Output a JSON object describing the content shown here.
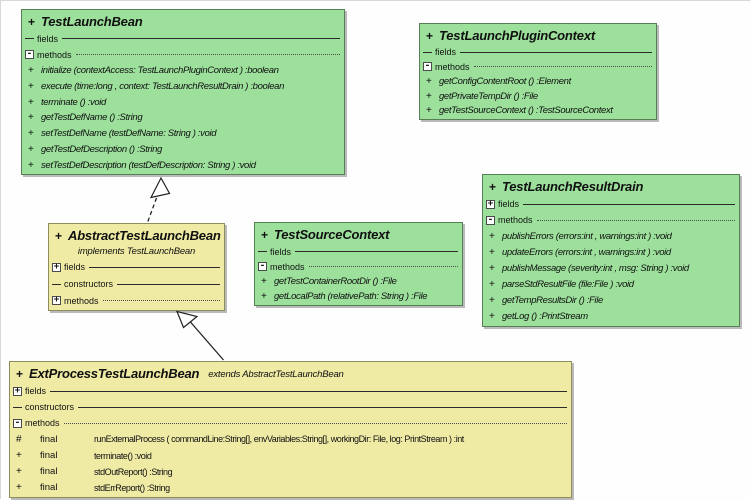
{
  "palette": {
    "interface_fill": "#9ce09c",
    "interface_border": "#567f56",
    "class_fill": "#efeba5",
    "class_border": "#8d8d5c",
    "line_color": "#222222"
  },
  "icon_glyphs": {
    "plus-box": "+",
    "minus-box": "-"
  },
  "diagram": {
    "classes": [
      {
        "name": "TestLaunchBean",
        "visibility": "+",
        "color": "green",
        "sections": [
          {
            "label": "fields",
            "icon": "dash",
            "rule": "solid",
            "members": []
          },
          {
            "label": "methods",
            "icon": "minus-box",
            "rule": "dotted",
            "members": [
              {
                "prefix": "+",
                "text": "initialize (contextAccess: TestLaunchPluginContext ) :boolean"
              },
              {
                "prefix": "+",
                "text": "execute (time:long , context: TestLaunchResultDrain ) :boolean"
              },
              {
                "prefix": "+",
                "text": "terminate () :void"
              },
              {
                "prefix": "+",
                "text": "getTestDefName () :String"
              },
              {
                "prefix": "+",
                "text": "setTestDefName (testDefName: String ) :void"
              },
              {
                "prefix": "+",
                "text": "getTestDefDescription () :String"
              },
              {
                "prefix": "+",
                "text": "setTestDefDescription (testDefDescription: String ) :void"
              }
            ]
          }
        ]
      },
      {
        "name": "TestLaunchPluginContext",
        "visibility": "+",
        "color": "green",
        "sections": [
          {
            "label": "fields",
            "icon": "dash",
            "rule": "solid",
            "members": []
          },
          {
            "label": "methods",
            "icon": "minus-box",
            "rule": "dotted",
            "members": [
              {
                "prefix": "+",
                "text": "getConfigContentRoot () :Element"
              },
              {
                "prefix": "+",
                "text": "getPrivateTempDir () :File"
              },
              {
                "prefix": "+",
                "text": "getTestSourceContext () :TestSourceContext"
              }
            ]
          }
        ]
      },
      {
        "name": "TestLaunchResultDrain",
        "visibility": "+",
        "color": "green",
        "sections": [
          {
            "label": "fields",
            "icon": "plus-box",
            "rule": "solid",
            "members": []
          },
          {
            "label": "methods",
            "icon": "minus-box",
            "rule": "dotted",
            "members": [
              {
                "prefix": "+",
                "text": "publishErrors (errors:int , warnings:int ) :void"
              },
              {
                "prefix": "+",
                "text": "updateErrors (errors:int , warnings:int ) :void"
              },
              {
                "prefix": "+",
                "text": "publishMessage (severity:int , msg: String ) :void"
              },
              {
                "prefix": "+",
                "text": "parseStdResultFile (file:File ) :void"
              },
              {
                "prefix": "+",
                "text": "getTempResultsDir () :File"
              },
              {
                "prefix": "+",
                "text": "getLog () :PrintStream"
              }
            ]
          }
        ]
      },
      {
        "name": "AbstractTestLaunchBean",
        "visibility": "+",
        "color": "yellow",
        "subtitle": "implements  TestLaunchBean",
        "sections": [
          {
            "label": "fields",
            "icon": "plus-box",
            "rule": "solid",
            "members": []
          },
          {
            "label": "constructors",
            "icon": "dash",
            "rule": "solid",
            "members": []
          },
          {
            "label": "methods",
            "icon": "plus-box",
            "rule": "dotted",
            "members": []
          }
        ]
      },
      {
        "name": "TestSourceContext",
        "visibility": "+",
        "color": "green",
        "sections": [
          {
            "label": "fields",
            "icon": "dash",
            "rule": "solid",
            "members": []
          },
          {
            "label": "methods",
            "icon": "minus-box",
            "rule": "dotted",
            "members": [
              {
                "prefix": "+",
                "text": "getTestContainerRootDir () :File"
              },
              {
                "prefix": "+",
                "text": "getLocalPath (relativePath: String ) :File"
              }
            ]
          }
        ]
      },
      {
        "name": "ExtProcessTestLaunchBean",
        "visibility": "+",
        "color": "yellow",
        "title_suffix": "extends  AbstractTestLaunchBean",
        "sections": [
          {
            "label": "fields",
            "icon": "plus-box",
            "rule": "solid",
            "members": []
          },
          {
            "label": "constructors",
            "icon": "dash",
            "rule": "solid",
            "members": []
          },
          {
            "label": "methods",
            "icon": "minus-box",
            "rule": "dotted",
            "members": [
              {
                "prefix": "#",
                "modifier": "final",
                "text": "runExternalProcess ( commandLine:String[],  envVariables:String[],  workingDir: File,  log: PrintStream ) :int"
              },
              {
                "prefix": "+",
                "modifier": "final",
                "text": "terminate() :void"
              },
              {
                "prefix": "+",
                "modifier": "final",
                "text": "stdOutReport() :String"
              },
              {
                "prefix": "+",
                "modifier": "final",
                "text": "stdErrReport() :String"
              }
            ]
          }
        ]
      }
    ],
    "relations": [
      {
        "type": "realization",
        "from": "AbstractTestLaunchBean",
        "to": "TestLaunchBean",
        "line_style": "dashed",
        "arrowhead": "hollow-triangle"
      },
      {
        "type": "generalization",
        "from": "ExtProcessTestLaunchBean",
        "to": "AbstractTestLaunchBean",
        "line_style": "solid",
        "arrowhead": "hollow-triangle"
      }
    ]
  }
}
